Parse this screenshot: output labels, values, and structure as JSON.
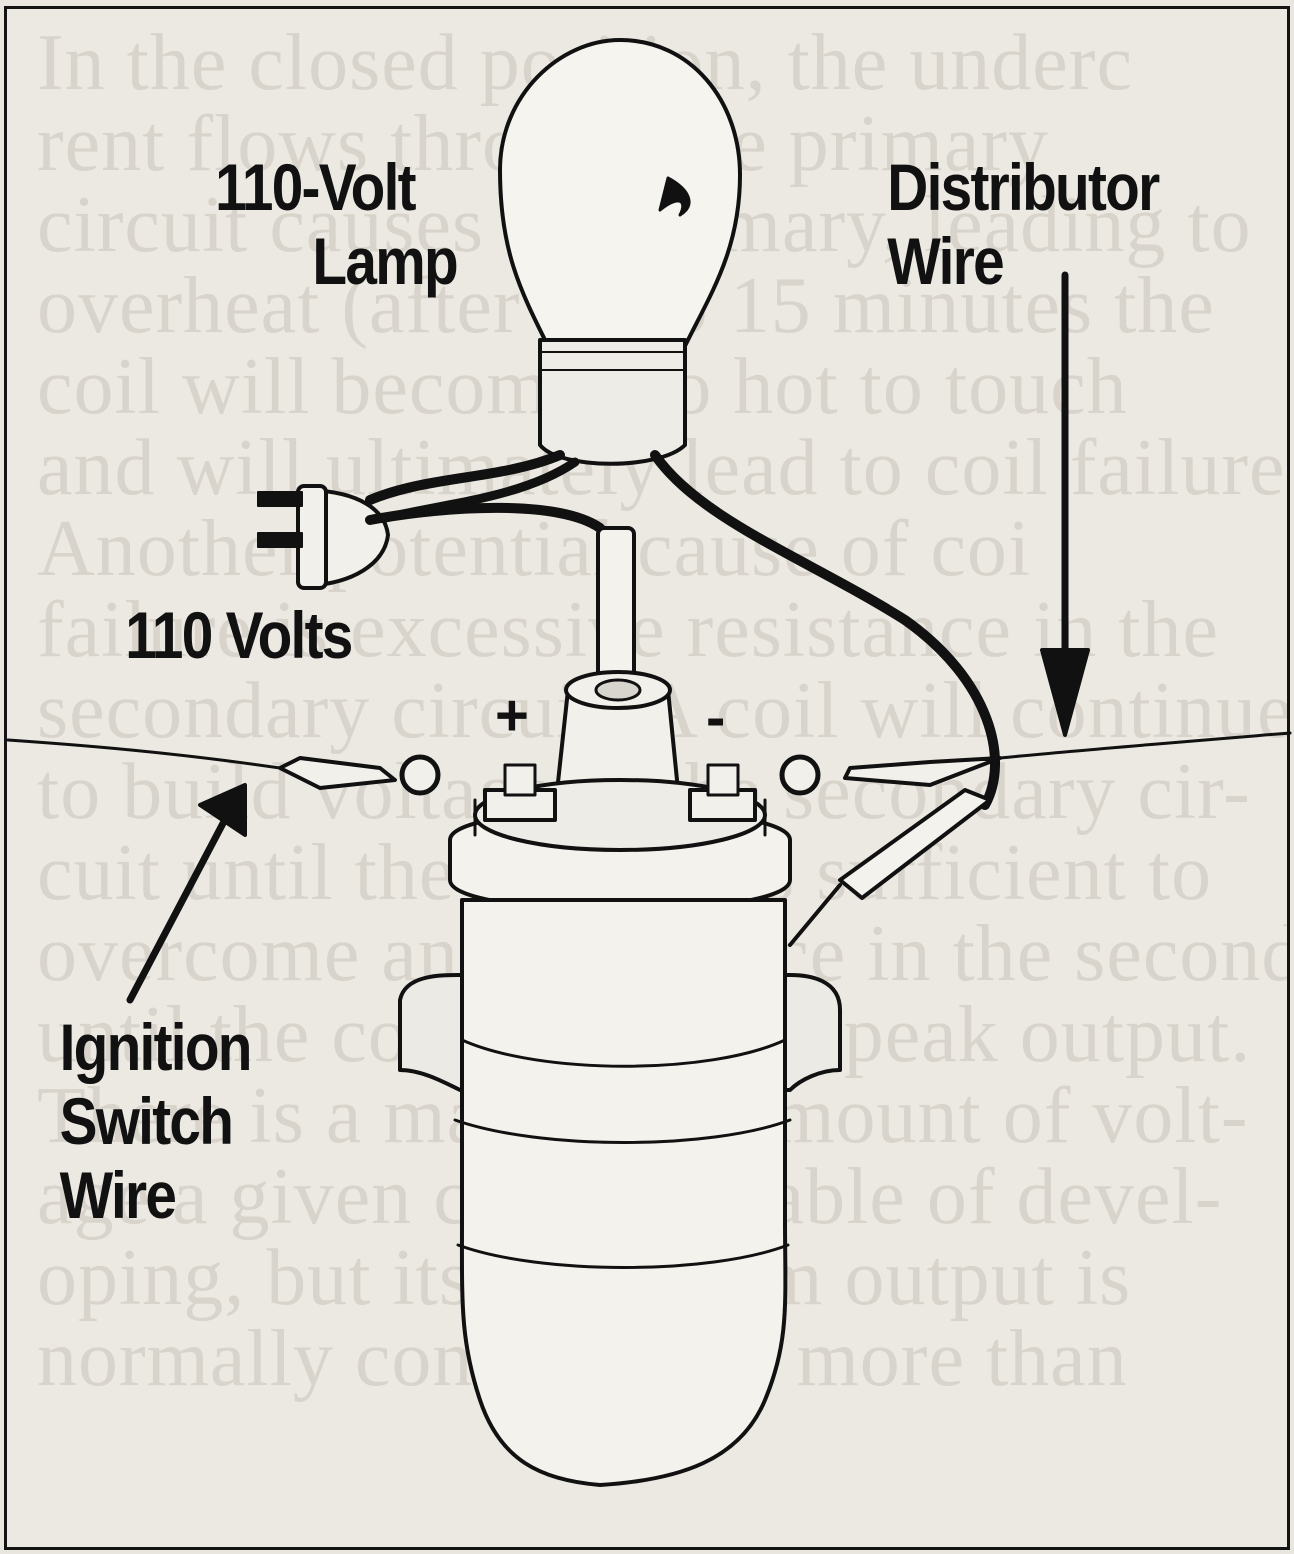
{
  "labels": {
    "lamp": [
      "110-Volt",
      "Lamp"
    ],
    "distributor": [
      "Distributor",
      "Wire"
    ],
    "volts": "110 Volts",
    "ignition": [
      "Ignition",
      "Switch",
      "Wire"
    ],
    "plus": "+",
    "minus": "-"
  },
  "background_text": [
    "In the closed position, the underc",
    "rent flows through the primary",
    "circuit causes the primary, leading to",
    "overheat (after 10 to 15 minutes the",
    "coil will become too hot to touch",
    "and will ultimately lead to coil failure",
    "Another potential cause of coi",
    "failure is excessive resistance in the",
    "secondary circuit. A coil will continue",
    "to build voltage in the secondary cir-",
    "cuit until the voltage is sufficient to",
    "overcome any resistance in the secondar",
    "until the coil reaches its peak output.",
    "There is a maximum amount of volt-",
    "age a given coil is capable of devel-",
    "oping, but its maximum output is",
    "normally considerably more than"
  ],
  "colors": {
    "ink": "#111111",
    "paper": "#ece9e2",
    "faint_text": "#d8d4cc"
  }
}
